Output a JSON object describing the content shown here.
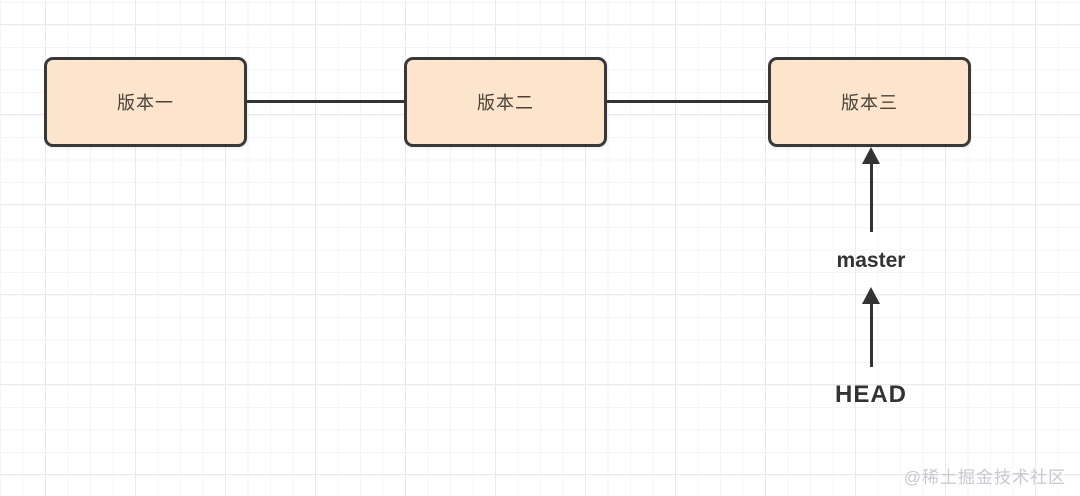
{
  "diagram": {
    "nodes": [
      {
        "id": "version-1",
        "label": "版本一"
      },
      {
        "id": "version-2",
        "label": "版本二"
      },
      {
        "id": "version-3",
        "label": "版本三"
      }
    ],
    "pointers": [
      {
        "id": "master",
        "label": "master",
        "points_to": "版本三"
      },
      {
        "id": "head",
        "label": "HEAD",
        "points_to": "master"
      }
    ],
    "watermark": "@稀土掘金技术社区",
    "colors": {
      "node_fill": "#fce5cc",
      "node_border": "#383838",
      "node_text": "#4b4238",
      "connector": "#333333",
      "pointer_text": "#333333",
      "watermark_text": "#c8c8d0",
      "grid_minor": "#f4f4f7",
      "grid_major": "#e9e9ef"
    }
  }
}
